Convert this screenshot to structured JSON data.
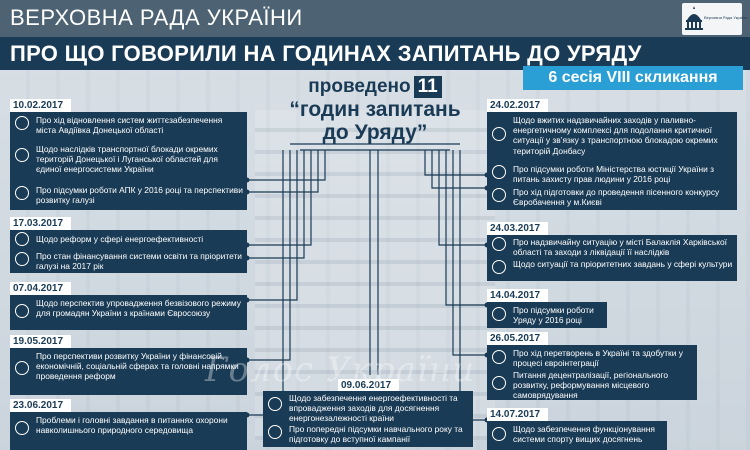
{
  "header": {
    "title": "ВЕРХОВНА РАДА УКРАЇНИ",
    "subtitle": "ПРО ЩО ГОВОРИЛИ НА ГОДИНАХ ЗАПИТАНЬ ДО УРЯДУ",
    "session": "6 сесія VIII скликання",
    "logo_text": "Верховна Рада України"
  },
  "center": {
    "line1": "проведено",
    "count": "11",
    "line2": "“годин запитань",
    "line3": "до Уряду”"
  },
  "watermark": "Голос України",
  "left": [
    {
      "date": "10.02.2017",
      "items": [
        {
          "icon": "refresh-icon",
          "text": "Про хід відновлення систем життєзабезпечення міста Авдіївка Донецької області"
        },
        {
          "icon": "block-icon",
          "text": "Щодо наслідків транспортної блокади окремих територій Донецької і Луганської областей для єдиної енергосистеми України"
        },
        {
          "icon": "wheat-icon",
          "text": "Про підсумки роботи АПК у 2016 році та перспективи розвитку галузі"
        }
      ]
    },
    {
      "date": "17.03.2017",
      "items": [
        {
          "icon": "lightning-icon",
          "text": "Щодо реформ у сфері енергоефективності"
        },
        {
          "icon": "education-icon",
          "text": "Про стан фінансування системи освіти та пріоритети галузі на 2017 рік"
        }
      ]
    },
    {
      "date": "07.04.2017",
      "items": [
        {
          "icon": "passport-icon",
          "text": "Щодо перспектив упровадження безвізового режиму для громадян України з країнами Євросоюзу"
        }
      ]
    },
    {
      "date": "19.05.2017",
      "items": [
        {
          "icon": "handshake-icon",
          "text": "Про перспективи розвитку України у фінансовій, економічній, соціальній сферах та головні напрямки проведення реформ"
        }
      ]
    },
    {
      "date": "23.06.2017",
      "items": [
        {
          "icon": "leaf-icon",
          "text": "Проблеми і головні завдання в питаннях охорони навколишнього природного середовища"
        }
      ]
    }
  ],
  "bottom_center": {
    "date": "09.06.2017",
    "items": [
      {
        "icon": "lightning-icon",
        "text": "Щодо забезпечення енергоефективності та впровадження заходів для досягнення енергонезалежності країни"
      },
      {
        "icon": "education-icon",
        "text": "Про попередні підсумки навчального року та підготовку до вступної кампанії"
      }
    ]
  },
  "right": [
    {
      "date": "24.02.2017",
      "items": [
        {
          "icon": "fuel-icon",
          "text": "Щодо вжитих надзвичайних заходів у паливно-енергетичному комплексі для подолання критичної ситуації у зв’язку з транспортною блокадою окремих територій Донбасу"
        },
        {
          "icon": "scales-icon",
          "text": "Про підсумки роботи Міністерства юстиції України з питань захисту прав людини у 2016 році"
        },
        {
          "icon": "microphone-icon",
          "text": "Про хід підготовки до проведення пісенного конкурсу Євробачення у м.Києві"
        }
      ]
    },
    {
      "date": "24.03.2017",
      "items": [
        {
          "icon": "explosion-icon",
          "text": "Про надзвичайну ситуацію у місті Балаклія Харківської області та заходи з ліквідації її наслідків"
        },
        {
          "icon": "theater-icon",
          "text": "Щодо ситуації та пріоритетних завдань у сфері культури"
        }
      ]
    },
    {
      "date": "14.04.2017",
      "items": [
        {
          "icon": "building-icon",
          "text": "Про підсумки роботи Уряду у 2016 році"
        }
      ]
    },
    {
      "date": "26.05.2017",
      "items": [
        {
          "icon": "eu-flag-icon",
          "text": "Про хід перетворень в Україні та здобутки у процесі євроінтеграції"
        },
        {
          "icon": "map-icon",
          "text": "Питання децентралізації, регіонального розвитку, реформування місцевого самоврядування"
        }
      ]
    },
    {
      "date": "14.07.2017",
      "items": [
        {
          "icon": "sport-icon",
          "text": "Щодо забезпечення функціонування системи спорту вищих досягнень"
        }
      ]
    }
  ]
}
